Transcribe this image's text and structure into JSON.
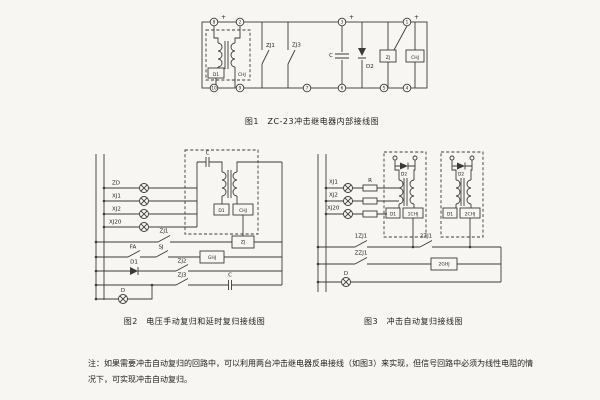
{
  "page": {
    "background": "#f7f6f2",
    "ink": "#3a3a3a",
    "note": {
      "line1": "注：如果需要冲击自动复归的回路中，可以利用两台冲击继电器反串接线（如图3）来实现，但信号回路中必须为线性电阻的情",
      "line2": "况下，可实现冲击自动复归。"
    }
  },
  "figure1": {
    "caption": "图1　ZC-23冲击继电器内部接线图",
    "plus": "+",
    "terminals_top": [
      "8",
      "2",
      "3",
      "1"
    ],
    "terminals_bottom": [
      "10",
      "9",
      "7",
      "6",
      "5",
      "4"
    ],
    "labels": {
      "d1": "D1",
      "chj_left": "CHJ",
      "zj1": "ZJ1",
      "zj3": "ZJ3",
      "c": "C",
      "d2": "D2",
      "zj": "ZJ",
      "chj_right": "CHJ"
    }
  },
  "figure2": {
    "caption": "图2　电压手动复归和延时复归接线图",
    "labels": {
      "zd": "ZD",
      "xj1": "XJ1",
      "xj2": "XJ2",
      "xj20": "XJ20",
      "c_top": "C",
      "d1_box": "D1",
      "chj": "CHJ",
      "zj1": "ZJ1",
      "zj_coil": "ZJ",
      "fa": "FA",
      "sj": "SJ",
      "ghj": "GHJ",
      "d1_diode": "D1",
      "zj2": "ZJ2",
      "zj3": "ZJ3",
      "c_row": "C",
      "d_lamp": "D"
    }
  },
  "figure3": {
    "caption": "图3　冲击自动复归接线图",
    "labels": {
      "xj1": "XJ1",
      "xj2": "XJ2",
      "xj20": "XJ20",
      "r": "R",
      "box1_d2": "D2",
      "box1_d1": "D1",
      "box1_chj": "1CHJ",
      "box2_d2": "D2",
      "box2_d1": "D1",
      "box2_chj": "2CHJ",
      "zj1a": "1ZJ1",
      "zj1b": "2ZJ1",
      "zzj1": "ZZJ1",
      "ghj2": "2GHJ",
      "d_lamp": "D"
    }
  }
}
